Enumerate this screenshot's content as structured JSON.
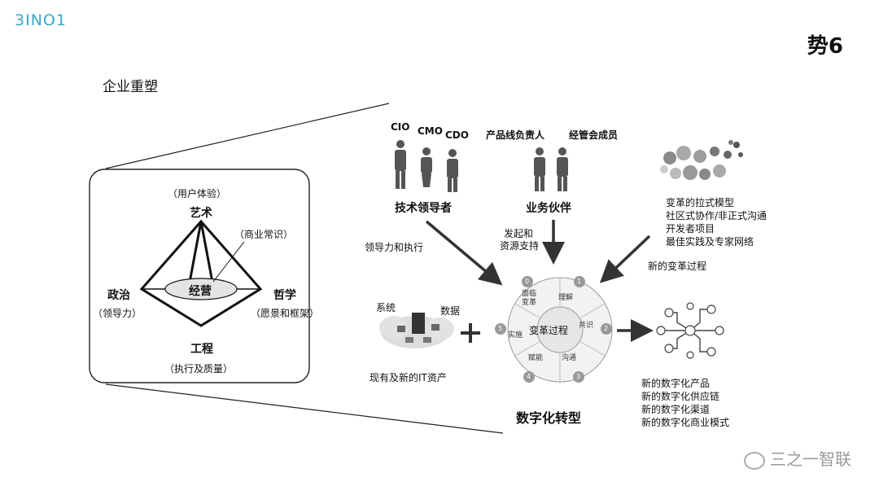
{
  "header": {
    "logo": "3INO1",
    "title": "势6"
  },
  "section_title": "企业重塑",
  "pyramid": {
    "top_note": "（用户体验）",
    "top": "艺术",
    "callout": "（商业常识）",
    "center": "经营",
    "left": "政治",
    "left_note": "（领导力）",
    "right": "哲学",
    "right_note": "（愿景和框架）",
    "bottom": "工程",
    "bottom_note": "（执行及质量）"
  },
  "roles": {
    "cio": "CIO",
    "cmo": "CMO",
    "cdo": "CDO",
    "product_owner": "产品线负责人",
    "exec_member": "经管会成员",
    "tech_leader": "技术领导者",
    "business_partner": "业务伙伴"
  },
  "arrows": {
    "leadership": "领导力和执行",
    "initiate_1": "发起和",
    "initiate_2": "资源支持",
    "new_process": "新的变革过程"
  },
  "change_models": [
    "变革的拉式模型",
    "社区式协作/非正式沟通",
    "开发者项目",
    "最佳实践及专家网络"
  ],
  "it_assets": {
    "system": "系统",
    "data": "数据",
    "caption": "现有及新的IT资产"
  },
  "cycle": {
    "center": "变革过程",
    "segments": [
      "面临\n变革",
      "理解",
      "共识",
      "沟通",
      "赋能",
      "实施"
    ],
    "numbers": [
      "0",
      "1",
      "2",
      "3",
      "4",
      "5"
    ]
  },
  "outputs": [
    "新的数字化产品",
    "新的数字化供应链",
    "新的数字化渠道",
    "新的数字化商业模式"
  ],
  "footer": {
    "caption": "数字化转型",
    "watermark": "三之一智联"
  }
}
